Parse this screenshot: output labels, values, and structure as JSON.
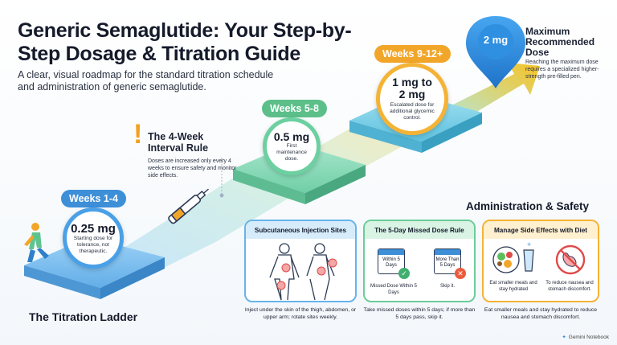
{
  "header": {
    "title": "Generic Semaglutide: Your Step-by-Step Dosage & Titration Guide",
    "subtitle": "A clear, visual roadmap for the standard titration schedule and administration of generic semaglutide."
  },
  "steps": [
    {
      "weeks": "Weeks 1-4",
      "dose": "0.25 mg",
      "note": "Starting dose for tolerance, not therapeutic."
    },
    {
      "weeks": "Weeks 5-8",
      "dose": "0.5 mg",
      "note": "First maintenance dose."
    },
    {
      "weeks": "Weeks 9-12+",
      "dose": "1 mg to 2 mg",
      "note": "Escalated dose for additional glycemic control."
    }
  ],
  "max_dose": {
    "dose": "2 mg",
    "title": "Maximum Recommended Dose",
    "note": "Reaching the maximum dose requires a specialized higher-strength pre-filled pen."
  },
  "interval_rule": {
    "mark": "!",
    "title": "The 4-Week Interval Rule",
    "text": "Doses are increased only every 4 weeks to ensure safety and monitor side effects."
  },
  "ladder_label": "The Titration Ladder",
  "admin": {
    "title": "Administration & Safety",
    "cards": [
      {
        "title": "Subcutaneous Injection Sites",
        "caption": "Inject under the skin of the thigh, abdomen, or upper arm; rotate sites weekly."
      },
      {
        "title": "The 5-Day Missed Dose Rule",
        "cal_a": "Within 5 Days",
        "cal_a_label": "Missed Dose Within 5 Days",
        "cal_b": "More Than 5 Days",
        "cal_b_label": "Skip it.",
        "caption": "Take missed doses within 5 days; if more than 5 days pass, skip it."
      },
      {
        "title": "Manage Side Effects with Diet",
        "left_label": "Eat smaller meals and stay hydrated",
        "right_label": "To reduce nausea and stomach discomfort.",
        "caption": "Eat smaller meals and stay hydrated to reduce nausea and stomach discomfort."
      }
    ]
  },
  "footer": {
    "brand": "Gemini Notebook"
  },
  "colors": {
    "blue": "#3d8fd8",
    "green": "#5cbf8a",
    "orange": "#f2a629",
    "arrow": "#f7c325",
    "pin": "#2f8fe0"
  }
}
